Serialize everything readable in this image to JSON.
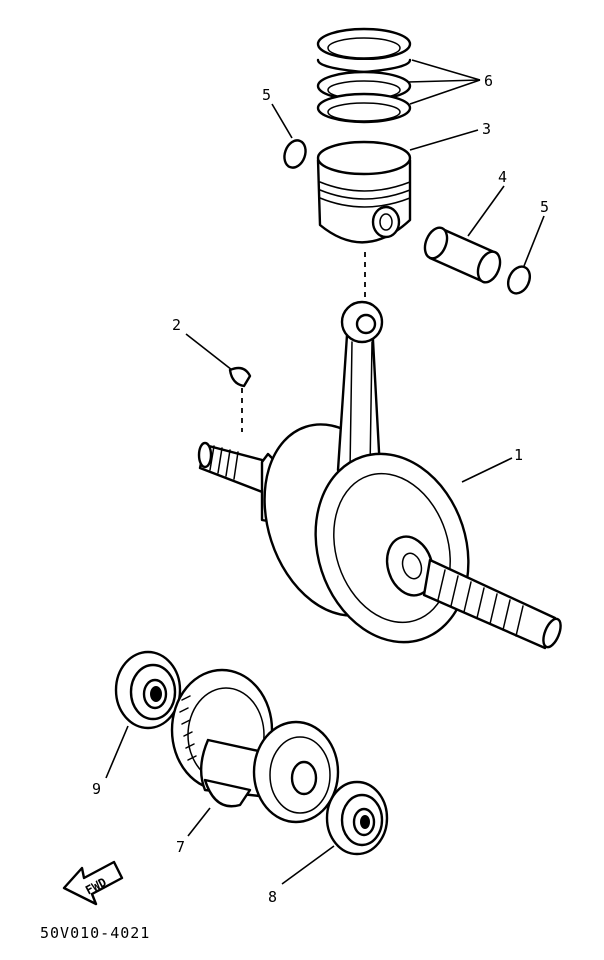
{
  "callouts": {
    "c1": "1",
    "c2": "2",
    "c3": "3",
    "c4": "4",
    "c5a": "5",
    "c5b": "5",
    "c6": "6",
    "c7": "7",
    "c8": "8",
    "c9": "9"
  },
  "fwd_label": "FWD",
  "diagram_code": "50V010-4021"
}
